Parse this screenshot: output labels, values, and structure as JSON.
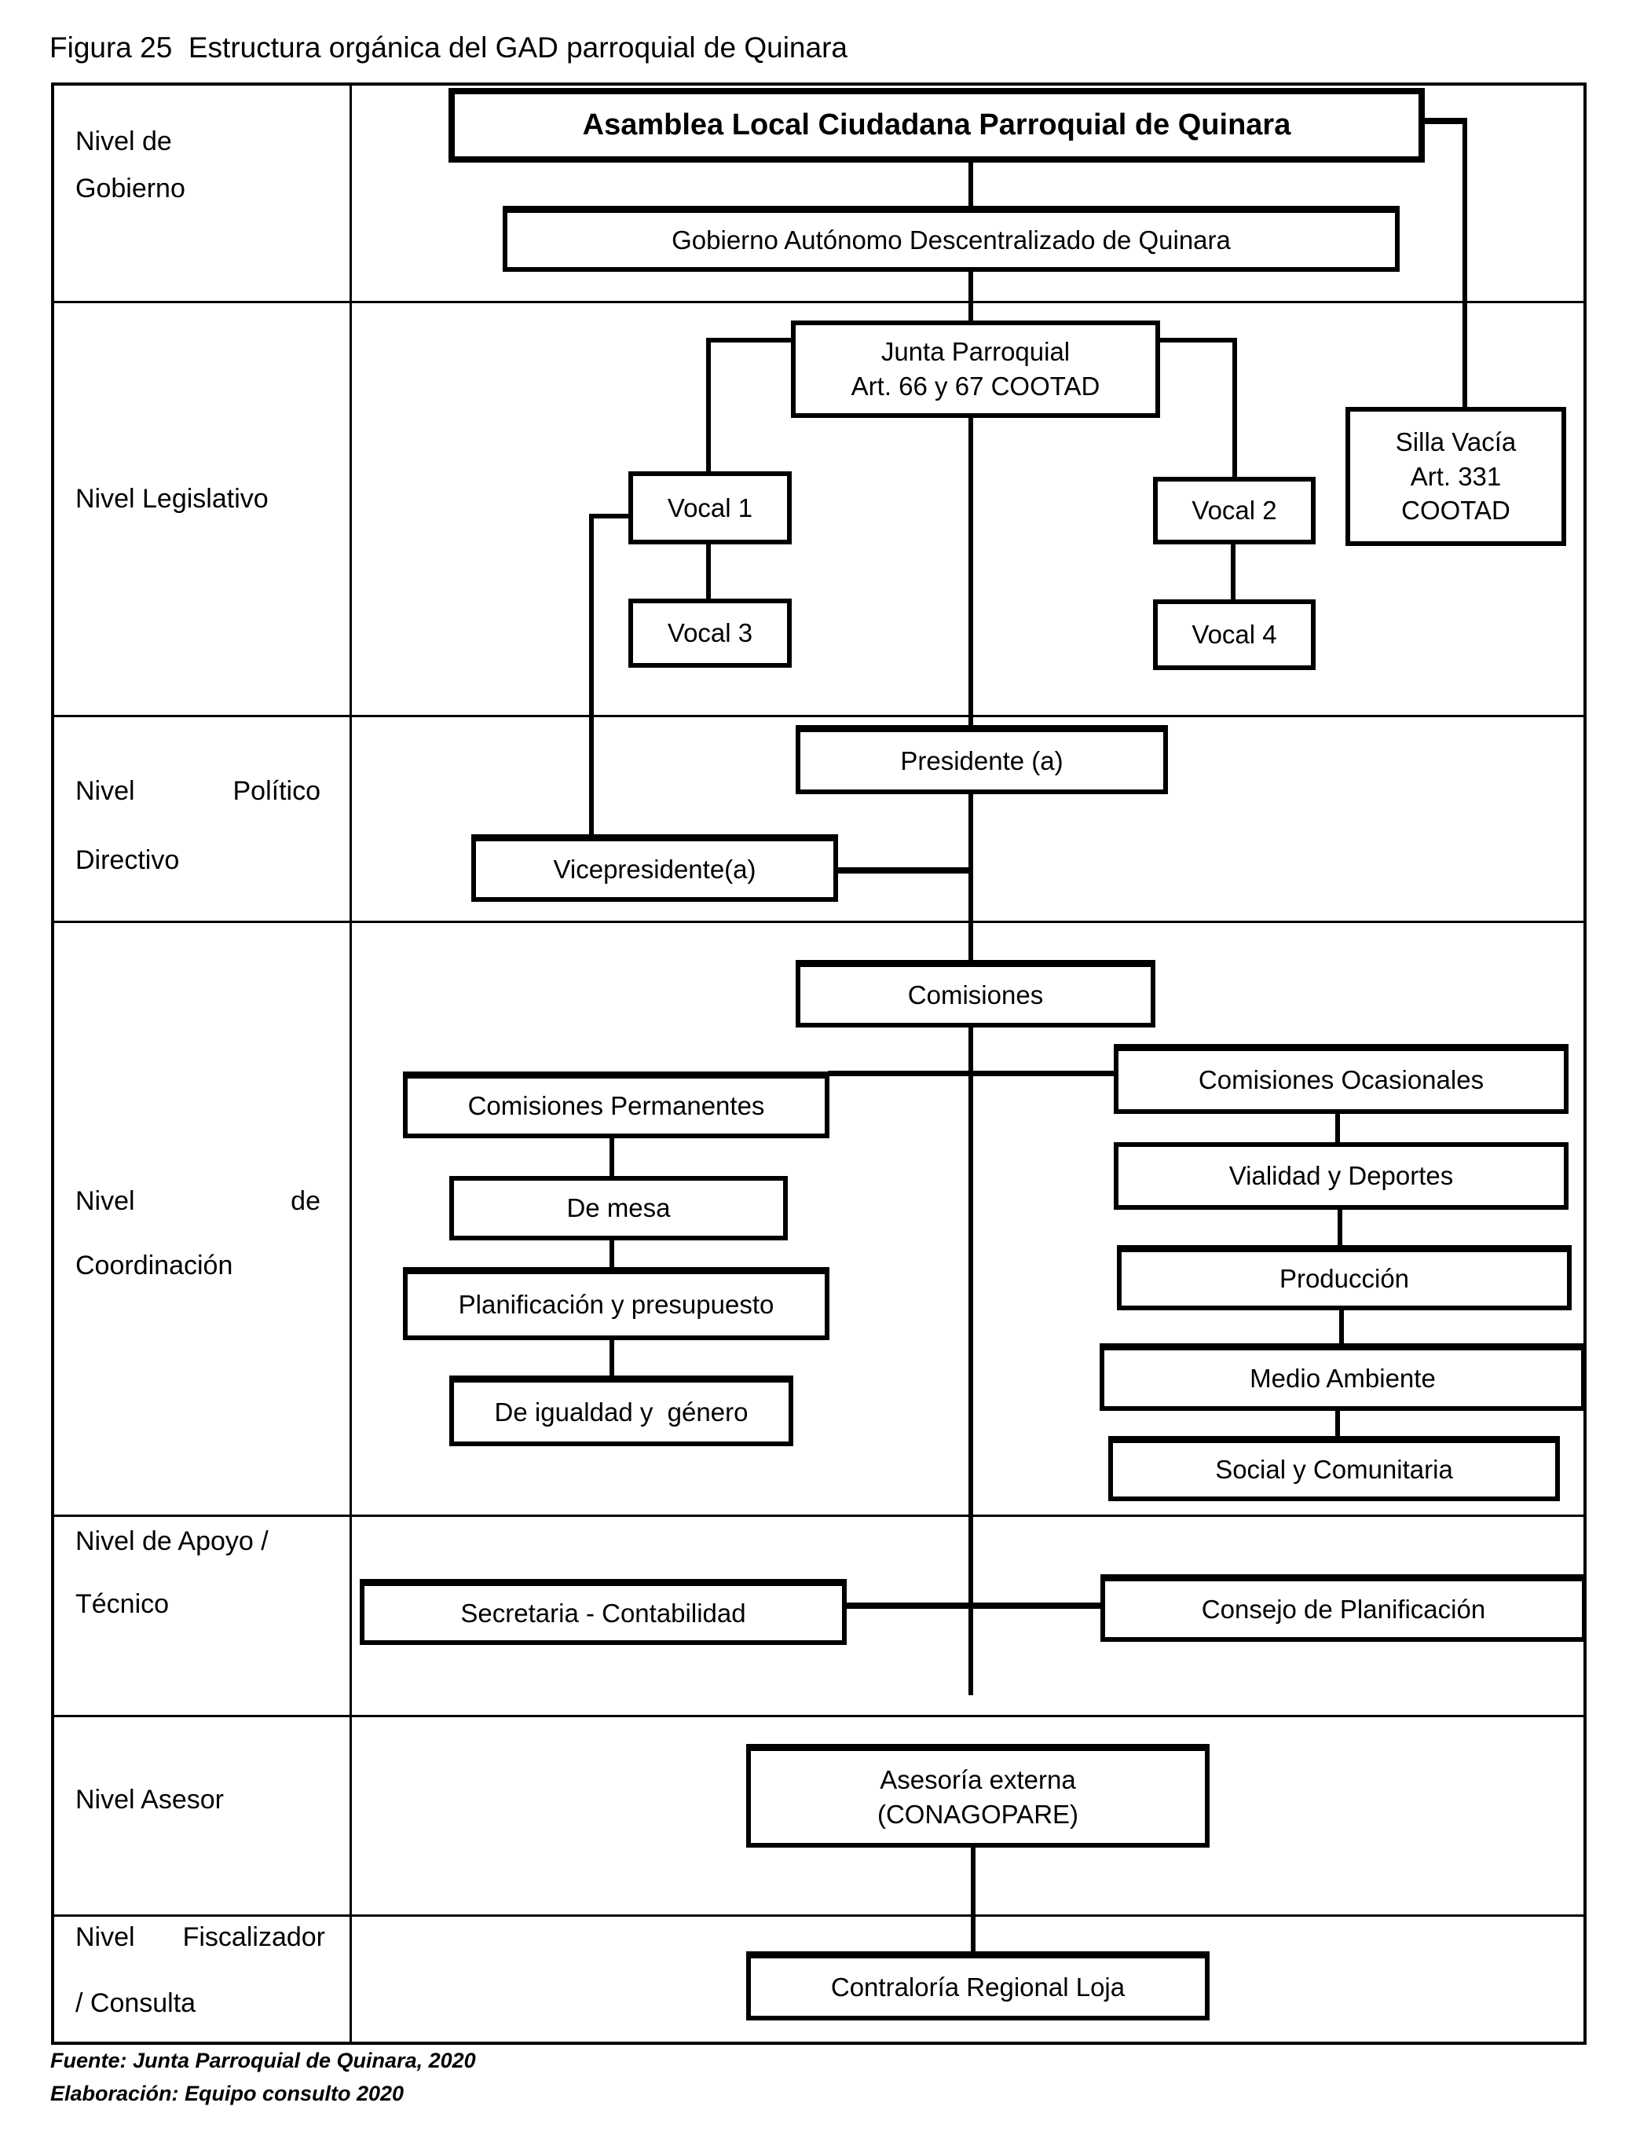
{
  "figure": {
    "title": "Figura 25  Estructura orgánica del GAD parroquial de Quinara"
  },
  "colors": {
    "ink": "#000000",
    "paper": "#ffffff"
  },
  "levels": {
    "gobierno": {
      "l1": "Nivel de",
      "l2": "Gobierno"
    },
    "legislativo": {
      "l1": "Nivel Legislativo"
    },
    "politico": {
      "w1": "Nivel",
      "w2": "Político",
      "l2": "Directivo"
    },
    "coordinacion": {
      "w1": "Nivel",
      "w2": "de",
      "l2": "Coordinación"
    },
    "apoyo": {
      "l1": "Nivel de Apoyo /",
      "l2": "Técnico"
    },
    "asesor": {
      "l1": "Nivel Asesor"
    },
    "fiscalizador": {
      "w1": "Nivel",
      "w2": "Fiscalizador",
      "l2": "/ Consulta"
    }
  },
  "boxes": {
    "asamblea": "Asamblea Local Ciudadana Parroquial de Quinara",
    "gobierno": "Gobierno Autónomo Descentralizado de Quinara",
    "junta": "Junta Parroquial\nArt. 66 y 67 COOTAD",
    "silla": "Silla Vacía\nArt. 331\nCOOTAD",
    "vocal1": "Vocal 1",
    "vocal2": "Vocal 2",
    "vocal3": "Vocal 3",
    "vocal4": "Vocal 4",
    "presidente": "Presidente (a)",
    "vicepresidente": "Vicepresidente(a)",
    "comisiones": "Comisiones",
    "permanentes": "Comisiones Permanentes",
    "ocasionales": "Comisiones Ocasionales",
    "demesa": "De mesa",
    "vialidad": "Vialidad y Deportes",
    "planificacion": "Planificación y presupuesto",
    "produccion": "Producción",
    "igualdad": "De igualdad y  género",
    "medio": "Medio Ambiente",
    "social": "Social y Comunitaria",
    "secretaria": "Secretaria - Contabilidad",
    "consejo": "Consejo de Planificación",
    "asesoria": "Asesoría externa\n(CONAGOPARE)",
    "contraloria": "Contraloría Regional Loja"
  },
  "footer": {
    "fuente": "Fuente: Junta Parroquial de Quinara, 2020",
    "elaboracion": "Elaboración: Equipo consulto 2020"
  }
}
